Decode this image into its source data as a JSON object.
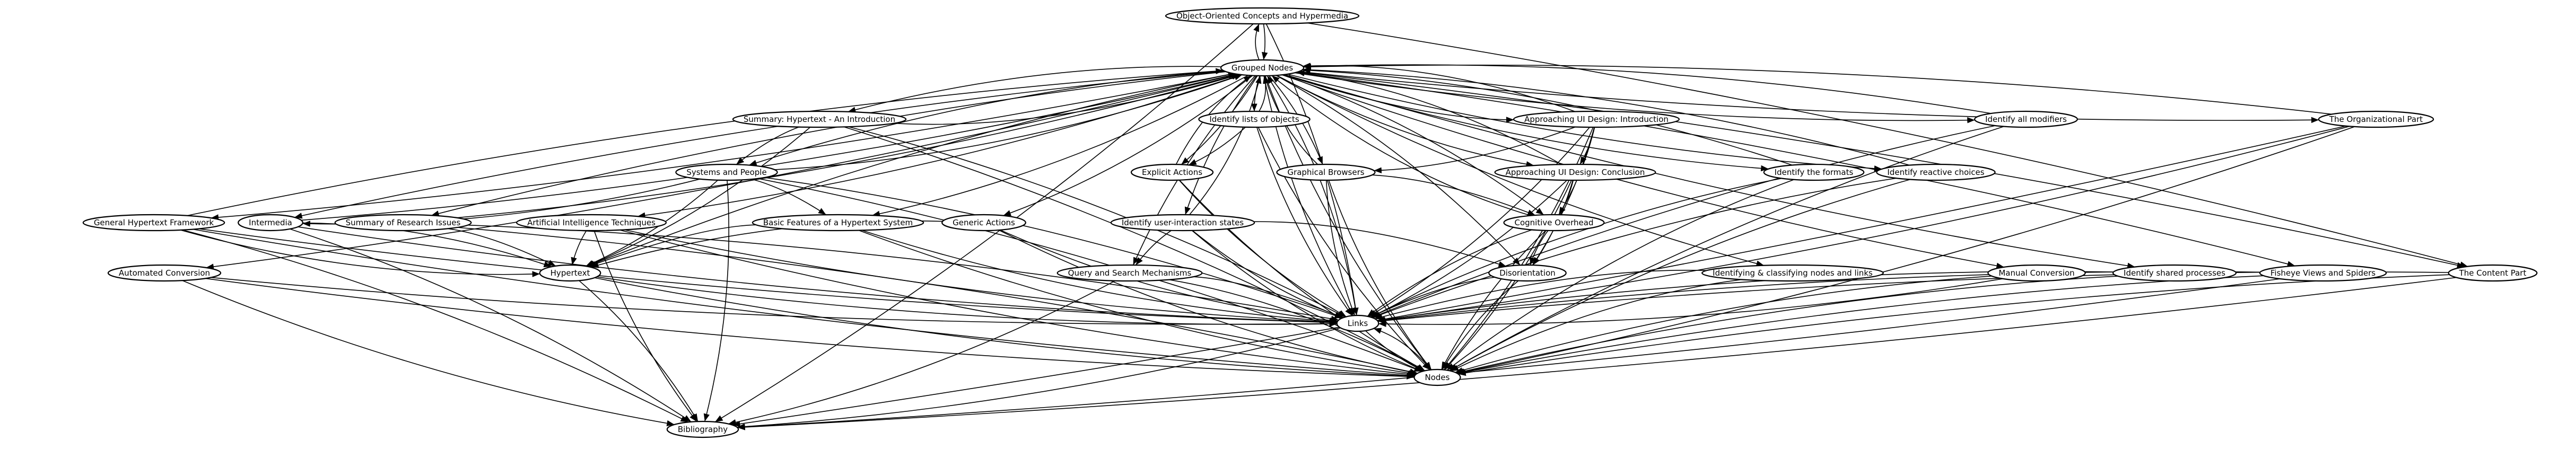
{
  "graph": {
    "colors": {
      "background": "#ffffff",
      "node_fill": "#ffffff",
      "node_stroke": "#000000",
      "grouped_fill": "#b8b8b8",
      "links_fill": "#4169e1",
      "edge": "#000000",
      "label": "#000000"
    },
    "nodes": [
      {
        "id": "oocah",
        "label": "Object-Oriented Concepts and Hypermedia"
      },
      {
        "id": "grouped",
        "label": "Grouped Nodes",
        "style": "grouped"
      },
      {
        "id": "summary",
        "label": "Summary: Hypertext - An Introduction"
      },
      {
        "id": "idlists",
        "label": "Identify lists of objects"
      },
      {
        "id": "ui_intro",
        "label": "Approaching UI Design: Introduction"
      },
      {
        "id": "idmod",
        "label": "Identify all modifiers"
      },
      {
        "id": "orgpart",
        "label": "The Organizational Part"
      },
      {
        "id": "systems",
        "label": "Systems and People"
      },
      {
        "id": "explicit",
        "label": "Explicit Actions"
      },
      {
        "id": "graphbr",
        "label": "Graphical Browsers"
      },
      {
        "id": "ui_concl",
        "label": "Approaching UI Design: Conclusion"
      },
      {
        "id": "idformats",
        "label": "Identify the formats"
      },
      {
        "id": "idreact",
        "label": "Identify reactive choices"
      },
      {
        "id": "genfw",
        "label": "General Hypertext Framework"
      },
      {
        "id": "intermedia",
        "label": "Intermedia"
      },
      {
        "id": "sumres",
        "label": "Summary of Research Issues"
      },
      {
        "id": "ai",
        "label": "Artificial Intelligence Techniques"
      },
      {
        "id": "basic",
        "label": "Basic Features of a Hypertext System"
      },
      {
        "id": "generic",
        "label": "Generic Actions"
      },
      {
        "id": "iduis",
        "label": "Identify user-interaction states"
      },
      {
        "id": "cogov",
        "label": "Cognitive Overhead"
      },
      {
        "id": "autoconv",
        "label": "Automated Conversion"
      },
      {
        "id": "hypertext",
        "label": "Hypertext"
      },
      {
        "id": "query",
        "label": "Query and Search Mechanisms"
      },
      {
        "id": "disor",
        "label": "Disorientation"
      },
      {
        "id": "idclass",
        "label": "Identifying & classifying nodes and links"
      },
      {
        "id": "manual",
        "label": "Manual Conversion"
      },
      {
        "id": "idshared",
        "label": "Identify shared processes"
      },
      {
        "id": "fisheye",
        "label": "Fisheye Views and Spiders"
      },
      {
        "id": "content",
        "label": "The Content Part"
      },
      {
        "id": "links",
        "label": "Links",
        "style": "links"
      },
      {
        "id": "nodes",
        "label": "Nodes"
      },
      {
        "id": "biblio",
        "label": "Bibliography"
      }
    ],
    "edges": [
      [
        "oocah",
        "grouped"
      ],
      [
        "grouped",
        "oocah"
      ],
      [
        "oocah",
        "biblio"
      ],
      [
        "oocah",
        "links"
      ],
      [
        "oocah",
        "content"
      ],
      [
        "grouped",
        "summary"
      ],
      [
        "summary",
        "grouped"
      ],
      [
        "grouped",
        "idlists"
      ],
      [
        "idlists",
        "grouped"
      ],
      [
        "grouped",
        "ui_intro"
      ],
      [
        "ui_intro",
        "grouped"
      ],
      [
        "grouped",
        "idmod"
      ],
      [
        "idmod",
        "grouped"
      ],
      [
        "grouped",
        "orgpart"
      ],
      [
        "orgpart",
        "grouped"
      ],
      [
        "grouped",
        "systems"
      ],
      [
        "systems",
        "grouped"
      ],
      [
        "grouped",
        "explicit"
      ],
      [
        "explicit",
        "grouped"
      ],
      [
        "grouped",
        "graphbr"
      ],
      [
        "graphbr",
        "grouped"
      ],
      [
        "grouped",
        "ui_concl"
      ],
      [
        "ui_concl",
        "grouped"
      ],
      [
        "grouped",
        "idformats"
      ],
      [
        "idformats",
        "grouped"
      ],
      [
        "grouped",
        "idreact"
      ],
      [
        "idreact",
        "grouped"
      ],
      [
        "grouped",
        "genfw"
      ],
      [
        "genfw",
        "grouped"
      ],
      [
        "grouped",
        "intermedia"
      ],
      [
        "intermedia",
        "grouped"
      ],
      [
        "grouped",
        "sumres"
      ],
      [
        "sumres",
        "grouped"
      ],
      [
        "grouped",
        "ai"
      ],
      [
        "grouped",
        "basic"
      ],
      [
        "grouped",
        "generic"
      ],
      [
        "grouped",
        "iduis"
      ],
      [
        "iduis",
        "grouped"
      ],
      [
        "grouped",
        "cogov"
      ],
      [
        "cogov",
        "grouped"
      ],
      [
        "grouped",
        "autoconv"
      ],
      [
        "grouped",
        "hypertext"
      ],
      [
        "grouped",
        "query"
      ],
      [
        "grouped",
        "disor"
      ],
      [
        "grouped",
        "idclass"
      ],
      [
        "grouped",
        "manual"
      ],
      [
        "grouped",
        "idshared"
      ],
      [
        "grouped",
        "fisheye"
      ],
      [
        "grouped",
        "content"
      ],
      [
        "grouped",
        "links"
      ],
      [
        "links",
        "grouped"
      ],
      [
        "grouped",
        "nodes"
      ],
      [
        "summary",
        "systems"
      ],
      [
        "summary",
        "hypertext"
      ],
      [
        "summary",
        "links"
      ],
      [
        "summary",
        "nodes"
      ],
      [
        "idlists",
        "explicit"
      ],
      [
        "idlists",
        "links"
      ],
      [
        "idlists",
        "nodes"
      ],
      [
        "ui_intro",
        "graphbr"
      ],
      [
        "ui_intro",
        "ui_concl"
      ],
      [
        "ui_intro",
        "cogov"
      ],
      [
        "ui_intro",
        "disor"
      ],
      [
        "ui_intro",
        "links"
      ],
      [
        "ui_intro",
        "nodes"
      ],
      [
        "idmod",
        "links"
      ],
      [
        "idmod",
        "nodes"
      ],
      [
        "orgpart",
        "links"
      ],
      [
        "orgpart",
        "nodes"
      ],
      [
        "orgpart",
        "biblio"
      ],
      [
        "systems",
        "basic"
      ],
      [
        "systems",
        "hypertext"
      ],
      [
        "systems",
        "intermedia"
      ],
      [
        "systems",
        "links"
      ],
      [
        "systems",
        "nodes"
      ],
      [
        "systems",
        "biblio"
      ],
      [
        "explicit",
        "links"
      ],
      [
        "explicit",
        "nodes"
      ],
      [
        "graphbr",
        "cogov"
      ],
      [
        "graphbr",
        "links"
      ],
      [
        "graphbr",
        "nodes"
      ],
      [
        "ui_concl",
        "cogov"
      ],
      [
        "ui_concl",
        "disor"
      ],
      [
        "ui_concl",
        "links"
      ],
      [
        "ui_concl",
        "nodes"
      ],
      [
        "idformats",
        "links"
      ],
      [
        "idformats",
        "nodes"
      ],
      [
        "idreact",
        "links"
      ],
      [
        "idreact",
        "nodes"
      ],
      [
        "genfw",
        "hypertext"
      ],
      [
        "genfw",
        "links"
      ],
      [
        "genfw",
        "nodes"
      ],
      [
        "genfw",
        "biblio"
      ],
      [
        "intermedia",
        "hypertext"
      ],
      [
        "intermedia",
        "links"
      ],
      [
        "intermedia",
        "biblio"
      ],
      [
        "sumres",
        "hypertext"
      ],
      [
        "sumres",
        "links"
      ],
      [
        "sumres",
        "nodes"
      ],
      [
        "ai",
        "hypertext"
      ],
      [
        "ai",
        "links"
      ],
      [
        "ai",
        "nodes"
      ],
      [
        "ai",
        "biblio"
      ],
      [
        "basic",
        "hypertext"
      ],
      [
        "basic",
        "links"
      ],
      [
        "basic",
        "nodes"
      ],
      [
        "generic",
        "hypertext"
      ],
      [
        "generic",
        "links"
      ],
      [
        "generic",
        "nodes"
      ],
      [
        "iduis",
        "query"
      ],
      [
        "iduis",
        "disor"
      ],
      [
        "iduis",
        "links"
      ],
      [
        "iduis",
        "nodes"
      ],
      [
        "cogov",
        "disor"
      ],
      [
        "cogov",
        "links"
      ],
      [
        "cogov",
        "nodes"
      ],
      [
        "autoconv",
        "links"
      ],
      [
        "autoconv",
        "nodes"
      ],
      [
        "autoconv",
        "biblio"
      ],
      [
        "hypertext",
        "links"
      ],
      [
        "hypertext",
        "nodes"
      ],
      [
        "hypertext",
        "biblio"
      ],
      [
        "query",
        "links"
      ],
      [
        "query",
        "nodes"
      ],
      [
        "query",
        "biblio"
      ],
      [
        "disor",
        "links"
      ],
      [
        "disor",
        "nodes"
      ],
      [
        "idclass",
        "links"
      ],
      [
        "idclass",
        "nodes"
      ],
      [
        "manual",
        "links"
      ],
      [
        "manual",
        "nodes"
      ],
      [
        "idshared",
        "links"
      ],
      [
        "idshared",
        "nodes"
      ],
      [
        "fisheye",
        "links"
      ],
      [
        "fisheye",
        "nodes"
      ],
      [
        "fisheye",
        "biblio"
      ],
      [
        "content",
        "links"
      ],
      [
        "content",
        "nodes"
      ],
      [
        "content",
        "biblio"
      ],
      [
        "links",
        "nodes"
      ],
      [
        "nodes",
        "links"
      ],
      [
        "links",
        "biblio"
      ]
    ]
  }
}
